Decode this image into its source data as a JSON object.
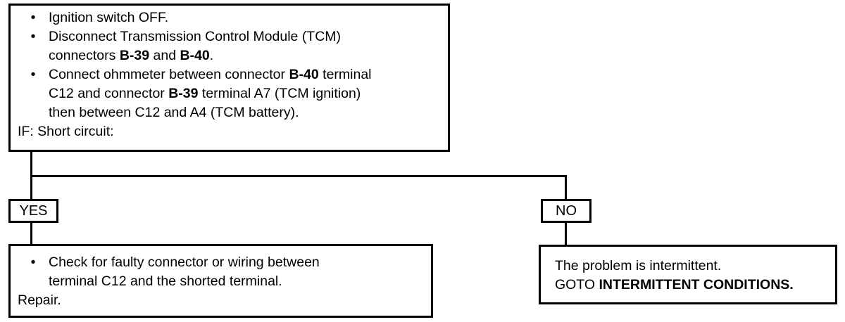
{
  "main_box": {
    "bullet_char": "•",
    "bullet1": "Ignition switch OFF.",
    "bullet2_line1": "Disconnect Transmission Control Module (TCM)",
    "bullet2_line2_a": "connectors ",
    "bullet2_line2_b1": "B-39",
    "bullet2_line2_c": " and ",
    "bullet2_line2_b2": "B-40",
    "bullet2_line2_d": ".",
    "bullet3_line1_a": "Connect ohmmeter between connector ",
    "bullet3_line1_b": "B-40",
    "bullet3_line1_c": " terminal",
    "bullet3_line2_a": "C12 and connector ",
    "bullet3_line2_b": "B-39",
    "bullet3_line2_c": " terminal A7 (TCM ignition)",
    "bullet3_line3": "then between C12 and A4 (TCM battery).",
    "condition": "IF:  Short circuit:"
  },
  "yes_label": "YES",
  "no_label": "NO",
  "yes_box": {
    "bullet_char": "•",
    "bullet_line1": "Check for faulty connector or wiring between",
    "bullet_line2": "terminal C12 and the shorted terminal.",
    "action": "Repair."
  },
  "no_box": {
    "line1": "The problem is intermittent.",
    "line2_a": "GOTO ",
    "line2_b": "INTERMITTENT CONDITIONS."
  }
}
